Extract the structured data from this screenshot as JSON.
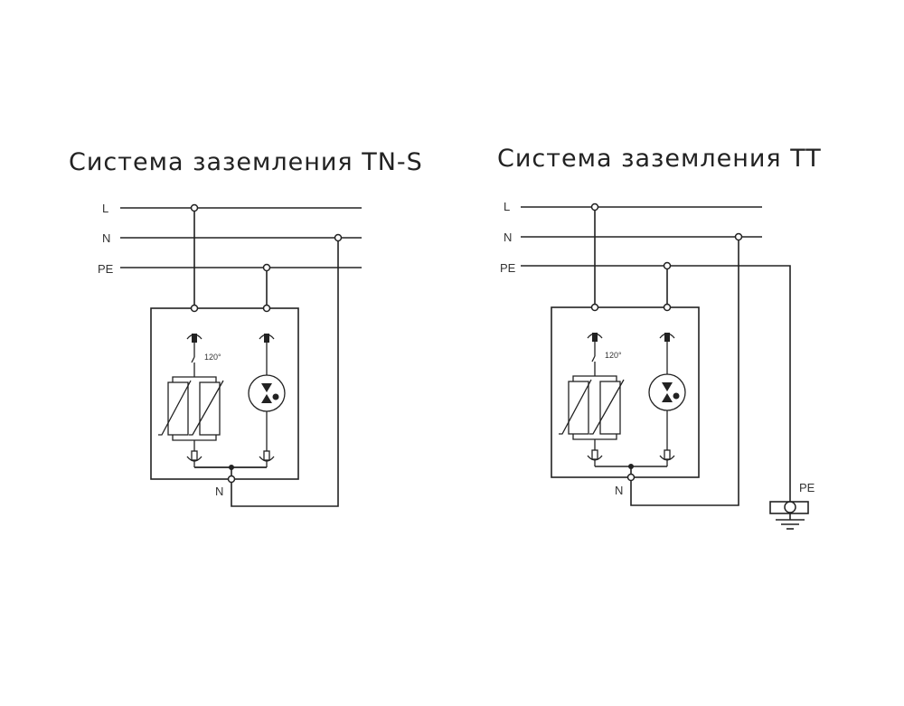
{
  "diagrams": [
    {
      "id": "tn-s",
      "title": "Система заземления TN-S",
      "bus_labels": [
        "L",
        "N",
        "PE"
      ],
      "device_label_n": "N",
      "rotation_label": "120°",
      "earth_label": null
    },
    {
      "id": "tt",
      "title": "Система заземления TT",
      "bus_labels": [
        "L",
        "N",
        "PE"
      ],
      "device_label_n": "N",
      "rotation_label": "120°",
      "earth_label": "PE"
    }
  ],
  "colors": {
    "line": "#222222",
    "background": "#ffffff"
  }
}
